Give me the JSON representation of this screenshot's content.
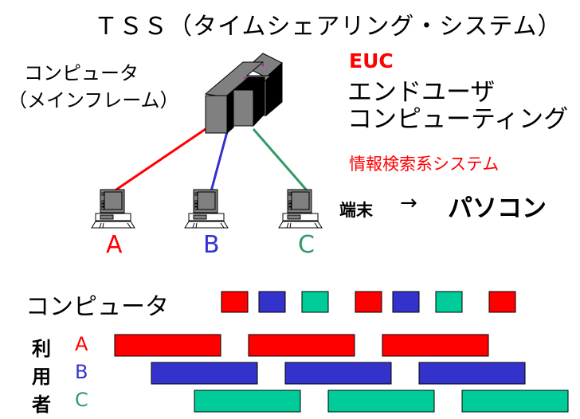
{
  "title": "ＴＳＳ（タイムシェアリング・システム）",
  "mainframe": {
    "label_line1": "コンピュータ",
    "label_line2": "（メインフレーム）"
  },
  "euc": {
    "abbr": "EUC",
    "line1": "エンドユーザ",
    "line2": "コンピューティング",
    "info_system": "情報検索系システム"
  },
  "terminal": {
    "label": "端末",
    "arrow": "→",
    "becomes": "パソコン"
  },
  "users": [
    {
      "name": "A",
      "color": "#ff0000",
      "line_color": "#ff0000"
    },
    {
      "name": "B",
      "color": "#3333cc",
      "line_color": "#3333cc"
    },
    {
      "name": "C",
      "color": "#339966",
      "line_color": "#339966"
    }
  ],
  "timeline": {
    "computer_label": "コンピュータ",
    "user_label_chars": [
      "利",
      "用",
      "者"
    ],
    "user_names": [
      "A",
      "B",
      "C"
    ],
    "slot_colors": {
      "A": "#ff0000",
      "B": "#3333cc",
      "C": "#00cc99"
    },
    "computer_slots": [
      "A",
      "B",
      "C",
      "A",
      "B",
      "C",
      "A"
    ],
    "user_bars_per_row": 3
  }
}
